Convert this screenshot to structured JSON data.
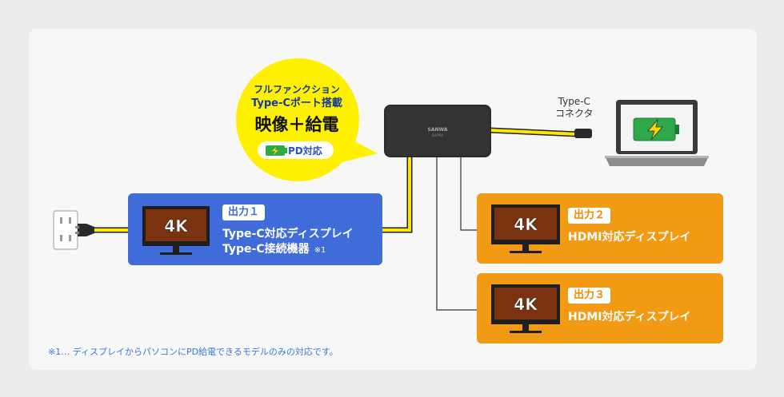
{
  "hub": {
    "brand": "SANWA",
    "brand_sub": "SUPPLY"
  },
  "bubble": {
    "line1": "フルファンクション",
    "line2": "Type-Cポート搭載",
    "line3": "映像＋給電",
    "pd_badge": "PD対応"
  },
  "connector_label": {
    "line1": "Type-C",
    "line2": "コネクタ"
  },
  "output1": {
    "badge": "出力１",
    "line1": "Type-C対応ディスプレイ",
    "line2": "Type-C接続機器",
    "note": "※1",
    "monitor_label": "4K"
  },
  "output2": {
    "badge": "出力２",
    "line1": "HDMI対応ディスプレイ",
    "monitor_label": "4K"
  },
  "output3": {
    "badge": "出力３",
    "line1": "HDMI対応ディスプレイ",
    "monitor_label": "4K"
  },
  "footnote": "※1… ディスプレイからパソコンにPD給電できるモデルのみの対応です。",
  "colors": {
    "blue_card": "#3f6cd8",
    "orange_card": "#f39a14",
    "cable_yellow": "#ffe600",
    "bubble_yellow": "#fff000"
  }
}
